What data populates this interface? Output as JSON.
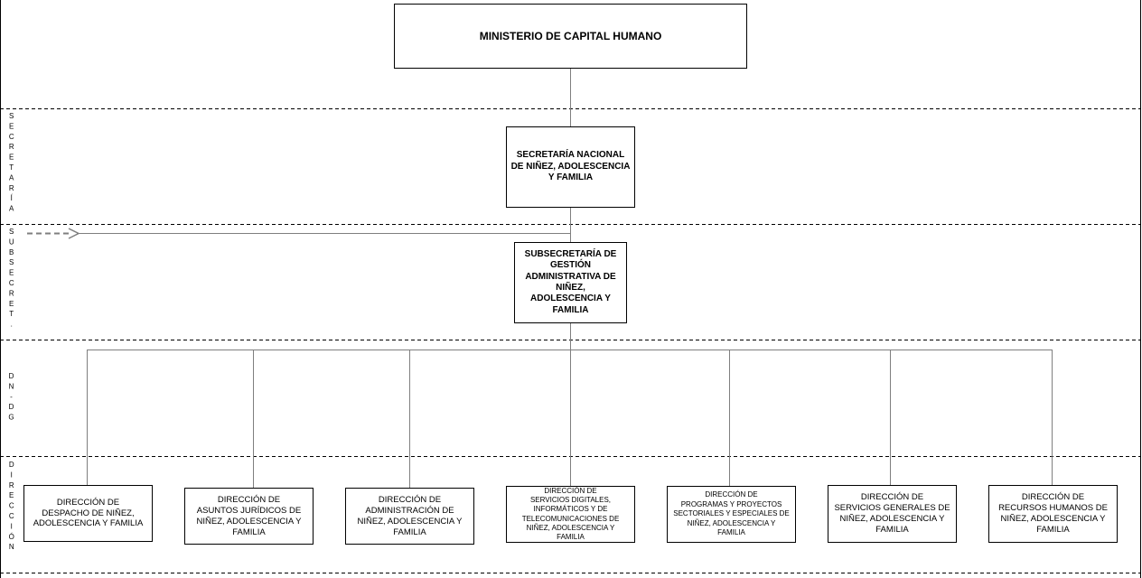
{
  "levels": [
    {
      "id": "secretaria",
      "label": "SECRETARÍA"
    },
    {
      "id": "subsecretaria",
      "label": "SUBSECRET."
    },
    {
      "id": "dn-dg",
      "label": "DN-DG"
    },
    {
      "id": "direccion",
      "label": "DIRECCIÓN"
    }
  ],
  "units": {
    "ministerio": "MINISTERIO DE CAPITAL HUMANO",
    "secretaria": "SECRETARÍA NACIONAL\nDE NIÑEZ, ADOLESCENCIA\nY FAMILIA",
    "subsecretaria": "SUBSECRETARÍA DE\nGESTIÓN\nADMINISTRATIVA DE\nNIÑEZ,\nADOLESCENCIA Y\nFAMILIA",
    "direcciones": [
      {
        "id": "despacho",
        "text": "DIRECCIÓN DE\nDESPACHO DE NIÑEZ,\nADOLESCENCIA Y FAMILIA"
      },
      {
        "id": "juridicos",
        "text": "DIRECCIÓN DE\nASUNTOS JURÍDICOS  DE\nNIÑEZ, ADOLESCENCIA Y\nFAMILIA"
      },
      {
        "id": "administracion",
        "text": "DIRECCIÓN DE\nADMINISTRACIÓN DE\nNIÑEZ, ADOLESCENCIA Y\nFAMILIA"
      },
      {
        "id": "digitales",
        "text": "DIRECCIÓN DE\nSERVICIOS DIGITALES,\nINFORMÁTICOS Y DE\nTELECOMUNICACIONES DE\nNIÑEZ, ADOLESCENCIA Y\nFAMILIA"
      },
      {
        "id": "programas",
        "text": "DIRECCIÓN DE\nPROGRAMAS Y PROYECTOS\nSECTORIALES Y ESPECIALES DE\nNIÑEZ, ADOLESCENCIA Y\nFAMILIA"
      },
      {
        "id": "generales",
        "text": "DIRECCIÓN DE\nSERVICIOS GENERALES DE\nNIÑEZ, ADOLESCENCIA Y\nFAMILIA"
      },
      {
        "id": "rrhh",
        "text": "DIRECCIÓN DE\nRECURSOS HUMANOS DE\nNIÑEZ, ADOLESCENCIA Y\nFAMILIA"
      }
    ]
  }
}
